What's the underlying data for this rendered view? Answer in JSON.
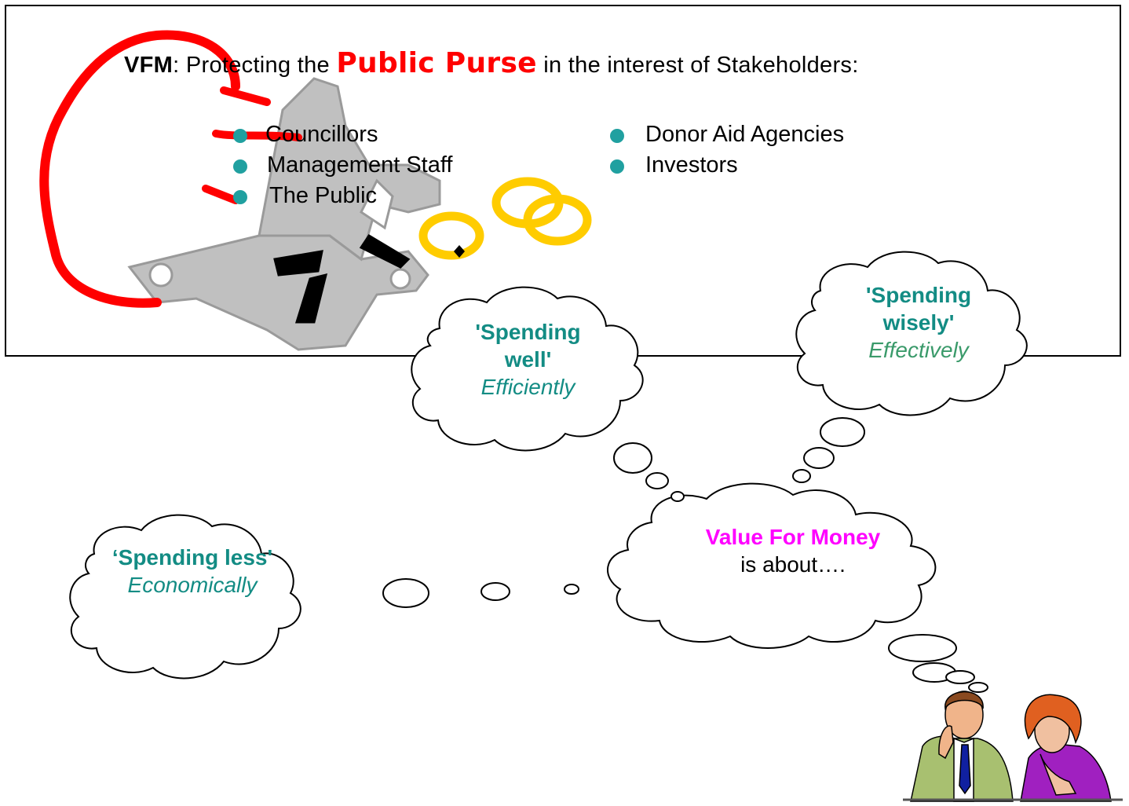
{
  "title": {
    "lead": "VFM",
    "pre": ": Protecting the ",
    "highlight": "Public Purse",
    "post": " in the interest of Stakeholders:"
  },
  "stakeholders": {
    "left": [
      "Councillors",
      "Management Staff",
      "The Public"
    ],
    "right": [
      "Donor Aid Agencies",
      "Investors"
    ]
  },
  "bubbles": {
    "well": {
      "heading": "'Spending well'",
      "sub": "Efficiently"
    },
    "wisely": {
      "heading": "'Spending wisely'",
      "sub": "Effectively"
    },
    "less": {
      "heading": "‘Spending less'",
      "sub": "Economically"
    },
    "value": {
      "heading": "Value For Money",
      "sub": "is about…."
    }
  },
  "colors": {
    "accent_red": "#ff0000",
    "teal": "#138c84",
    "magenta": "#ff00ff",
    "gold": "#ffcc00",
    "grey": "#c0c0c0"
  },
  "icons": [
    "purse-clip-art",
    "coins-icon",
    "red-ribbon",
    "bullet-icon",
    "thinking-people-clip-art"
  ]
}
